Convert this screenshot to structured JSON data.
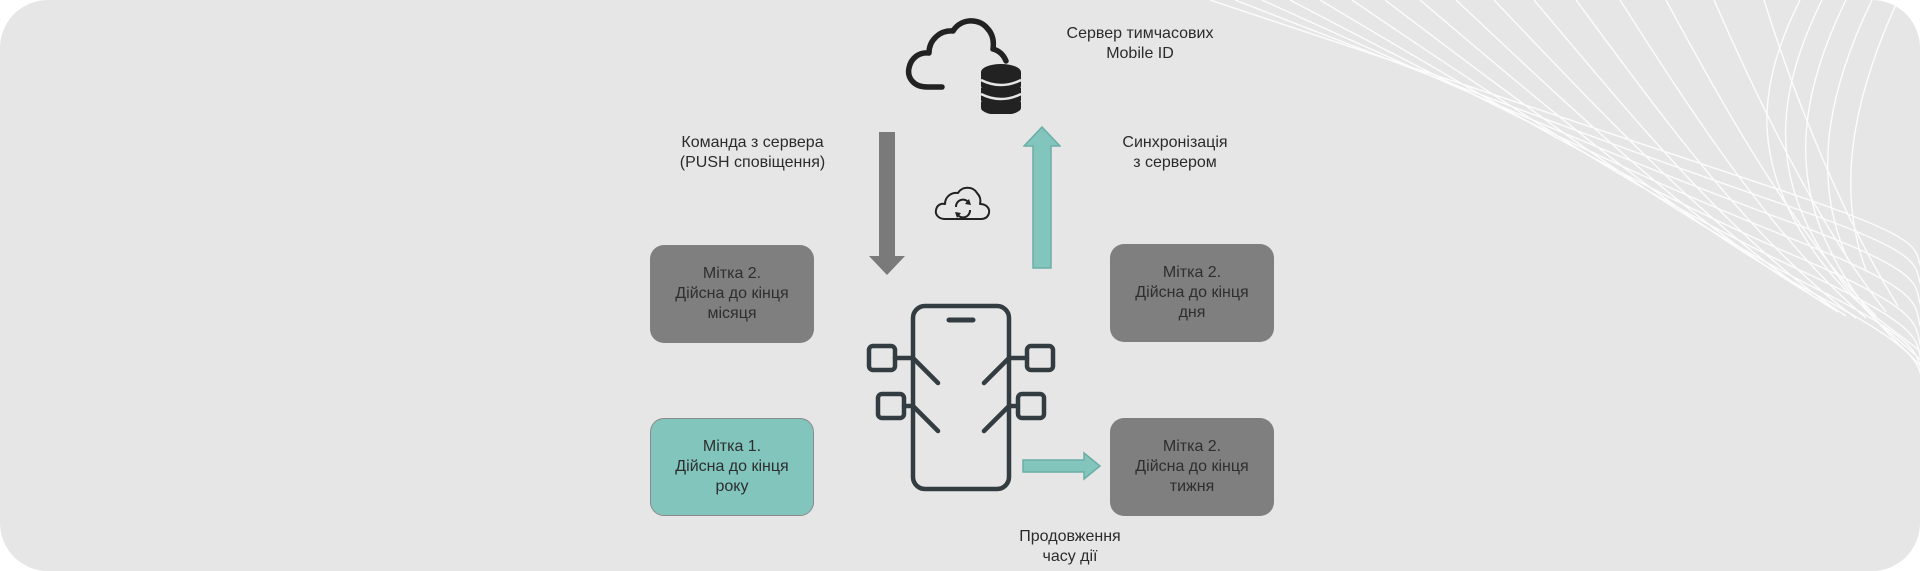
{
  "server": {
    "label_line1": "Сервер тимчасових",
    "label_line2": "Mobile ID",
    "icon": "cloud-database-icon"
  },
  "command": {
    "label_line1": "Команда з сервера",
    "label_line2": "(PUSH сповіщення)"
  },
  "sync": {
    "label_line1": "Синхронізація",
    "label_line2": "з сервером",
    "icon": "cloud-sync-icon"
  },
  "extension": {
    "label_line1": "Продовження",
    "label_line2": "часу дії"
  },
  "phone": {
    "icon": "smartphone-network-icon"
  },
  "boxes": {
    "month": {
      "line1": "Мітка 2.",
      "line2": "Дійсна до кінця",
      "line3": "місяця"
    },
    "day": {
      "line1": "Мітка 2.",
      "line2": "Дійсна до кінця",
      "line3": "дня"
    },
    "year": {
      "line1": "Мітка 1.",
      "line2": "Дійсна до кінця",
      "line3": "року"
    },
    "week": {
      "line1": "Мітка 2.",
      "line2": "Дійсна до кінця",
      "line3": "тижня"
    }
  },
  "colors": {
    "background": "#e6e6e6",
    "gray_box": "#7f7f7f",
    "teal": "#81c5bd",
    "down_arrow": "#7a7a7a",
    "icon_stroke": "#333c40"
  }
}
